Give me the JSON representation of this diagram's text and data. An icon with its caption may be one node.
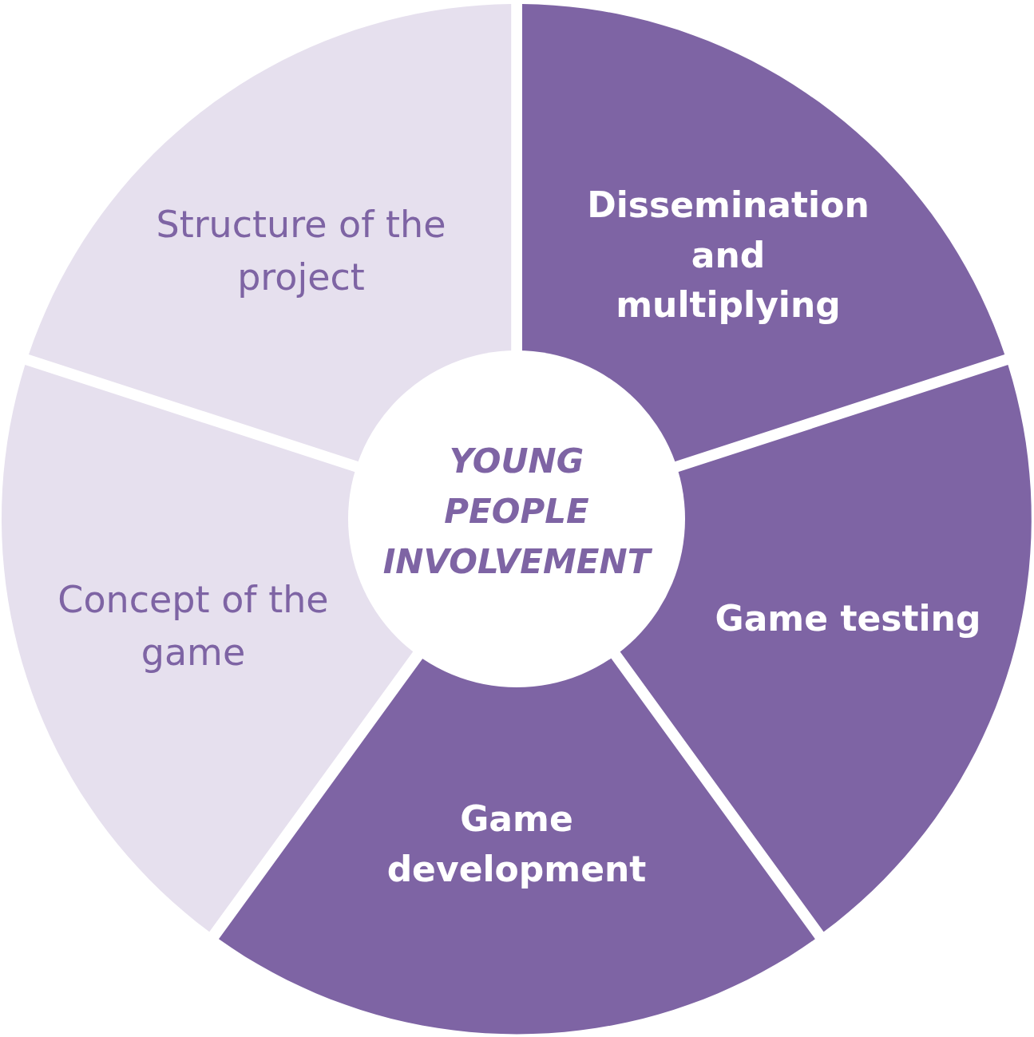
{
  "diagram": {
    "nodes": [
      {
        "text": [
          "Structure of the project"
        ]
      },
      {
        "text": [
          "Dissemination and multiplying"
        ]
      },
      {
        "text": [
          "YOUNG PEOPLE INVOLVEMENT"
        ]
      },
      {
        "text": [
          "Concept of the game"
        ]
      },
      {
        "text": [
          "Game testing"
        ]
      },
      {
        "text": [
          "Game development"
        ]
      }
    ]
  }
}
